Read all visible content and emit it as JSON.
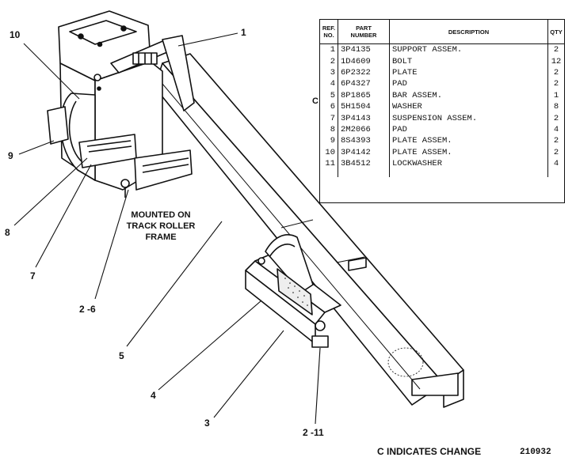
{
  "callouts": {
    "c1": "1",
    "c10": "10",
    "c9": "9",
    "c8": "8",
    "c7": "7",
    "c2_6": "2 -6",
    "c5": "5",
    "c4": "4",
    "c3": "3",
    "c2_11": "2 -11"
  },
  "mount_note": [
    "MOUNTED ON",
    "TRACK ROLLER",
    "FRAME"
  ],
  "change_marker": "C",
  "footer": {
    "change_note": "C INDICATES CHANGE",
    "drawing_number": "210932"
  },
  "table": {
    "headers": {
      "ref": [
        "REF.",
        "NO."
      ],
      "part": [
        "PART",
        "NUMBER"
      ],
      "desc": "DESCRIPTION",
      "qty": "QTY"
    },
    "rows": [
      {
        "ref": "1",
        "part": "3P4135",
        "desc": "SUPPORT ASSEM.",
        "qty": "2"
      },
      {
        "ref": "2",
        "part": "1D4609",
        "desc": "BOLT",
        "qty": "12"
      },
      {
        "ref": "3",
        "part": "6P2322",
        "desc": "PLATE",
        "qty": "2"
      },
      {
        "ref": "4",
        "part": "6P4327",
        "desc": "PAD",
        "qty": "2"
      },
      {
        "ref": "5",
        "part": "8P1865",
        "desc": "BAR ASSEM.",
        "qty": "1"
      },
      {
        "ref": "6",
        "part": "5H1504",
        "desc": "WASHER",
        "qty": "8"
      },
      {
        "ref": "7",
        "part": "3P4143",
        "desc": "SUSPENSION ASSEM.",
        "qty": "2"
      },
      {
        "ref": "8",
        "part": "2M2066",
        "desc": "PAD",
        "qty": "4"
      },
      {
        "ref": "9",
        "part": "8S4393",
        "desc": "PLATE ASSEM.",
        "qty": "2"
      },
      {
        "ref": "10",
        "part": "3P4142",
        "desc": "PLATE ASSEM.",
        "qty": "2"
      },
      {
        "ref": "11",
        "part": "3B4512",
        "desc": "LOCKWASHER",
        "qty": "4"
      }
    ]
  }
}
